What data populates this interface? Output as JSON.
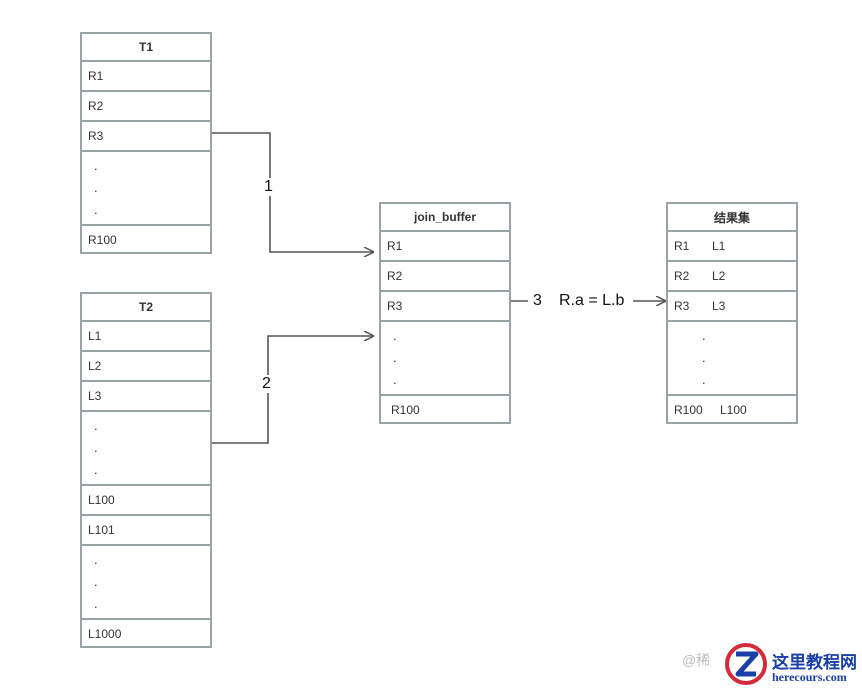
{
  "t1": {
    "title": "T1",
    "rows": [
      "R1",
      "R2",
      "R3"
    ],
    "dots": [
      ".",
      ".",
      "."
    ],
    "last": "R100"
  },
  "t2": {
    "title": "T2",
    "rows": [
      "L1",
      "L2",
      "L3"
    ],
    "dots1": [
      ".",
      ".",
      "."
    ],
    "mid": [
      "L100",
      "L101"
    ],
    "dots2": [
      ".",
      ".",
      "."
    ],
    "last": "L1000"
  },
  "join_buffer": {
    "title": "join_buffer",
    "rows": [
      "R1",
      "R2",
      "R3"
    ],
    "dots": [
      ".",
      ".",
      "."
    ],
    "last": "R100"
  },
  "result": {
    "title": "结果集",
    "rows": [
      {
        "r": "R1",
        "l": "L1"
      },
      {
        "r": "R2",
        "l": "L2"
      },
      {
        "r": "R3",
        "l": "L3"
      }
    ],
    "dots": [
      ".",
      ".",
      "."
    ],
    "last": {
      "r": "R100",
      "l": "L100"
    }
  },
  "arrows": {
    "step1": "1",
    "step2": "2",
    "step3": "3",
    "condition": "R.a = L.b"
  },
  "watermark": {
    "handle": "@稀",
    "logo_cn": "这里教程网",
    "logo_en": "herecours.com"
  },
  "colors": {
    "border": "#9aa3a5",
    "arrow": "#555555",
    "logo": "#1a3fa8",
    "logo_accent": "#d42a3a"
  }
}
